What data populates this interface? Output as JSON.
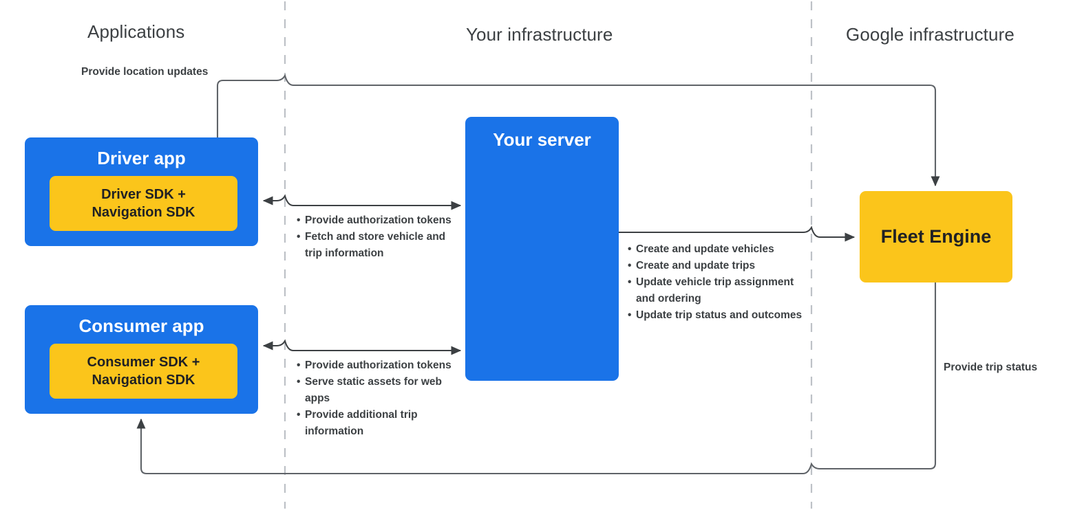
{
  "columns": [
    {
      "id": "applications",
      "heading": "Applications"
    },
    {
      "id": "your_infrastructure",
      "heading": "Your infrastructure"
    },
    {
      "id": "google_infrastructure",
      "heading": "Google infrastructure"
    }
  ],
  "nodes": {
    "driver_app": {
      "title": "Driver app",
      "sdk_label": "Driver SDK +\nNavigation SDK",
      "sdk_line1": "Driver SDK +",
      "sdk_line2": "Navigation SDK"
    },
    "consumer_app": {
      "title": "Consumer app",
      "sdk_line1": "Consumer SDK +",
      "sdk_line2": "Navigation SDK"
    },
    "your_server": {
      "title": "Your server"
    },
    "fleet_engine": {
      "title": "Fleet Engine"
    }
  },
  "edges": {
    "location_updates": {
      "label": "Provide location updates"
    },
    "trip_status": {
      "label": "Provide trip status"
    },
    "driver_server": {
      "bullets": [
        "Provide authorization tokens",
        "Fetch and store vehicle and trip information"
      ]
    },
    "consumer_server": {
      "bullets": [
        "Provide authorization tokens",
        "Serve static assets for web apps",
        "Provide additional trip information"
      ]
    },
    "server_fleet": {
      "bullets": [
        "Create and update vehicles",
        "Create and update trips",
        "Update vehicle trip assignment and ordering",
        "Update trip status and outcomes"
      ]
    }
  },
  "colors": {
    "blue": "#1a73e8",
    "yellow": "#fbc51b",
    "text_dark": "#3c4043",
    "wire": "#5f6368",
    "divider": "#bdc1c6",
    "background": "#ffffff"
  }
}
